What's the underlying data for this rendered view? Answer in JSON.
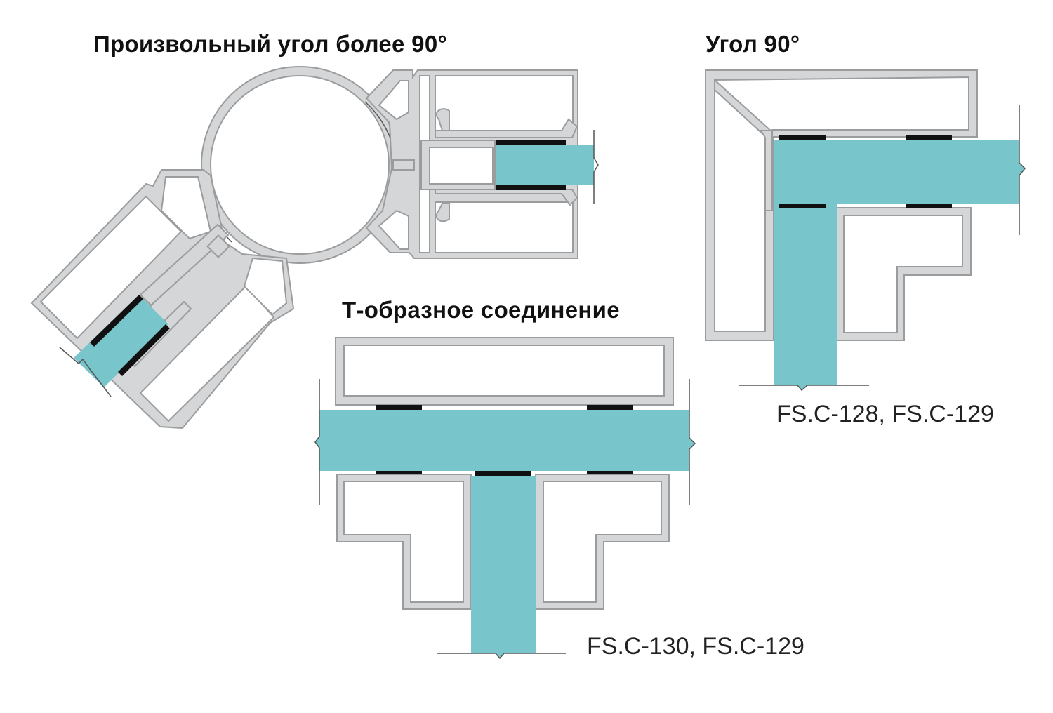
{
  "titles": {
    "arbitrary_angle": "Произвольный угол более 90°",
    "right_angle": "Угол 90°",
    "t_joint": "Т-образное соединение"
  },
  "codes": {
    "right_angle": "FS.C-128, FS.C-129",
    "t_joint": "FS.C-130, FS.C-129"
  },
  "colors": {
    "glass": "#78c6cc",
    "profile_fill": "#d4d6d7",
    "profile_stroke": "#9a9c9e",
    "seal": "#111111",
    "line": "#555555"
  }
}
